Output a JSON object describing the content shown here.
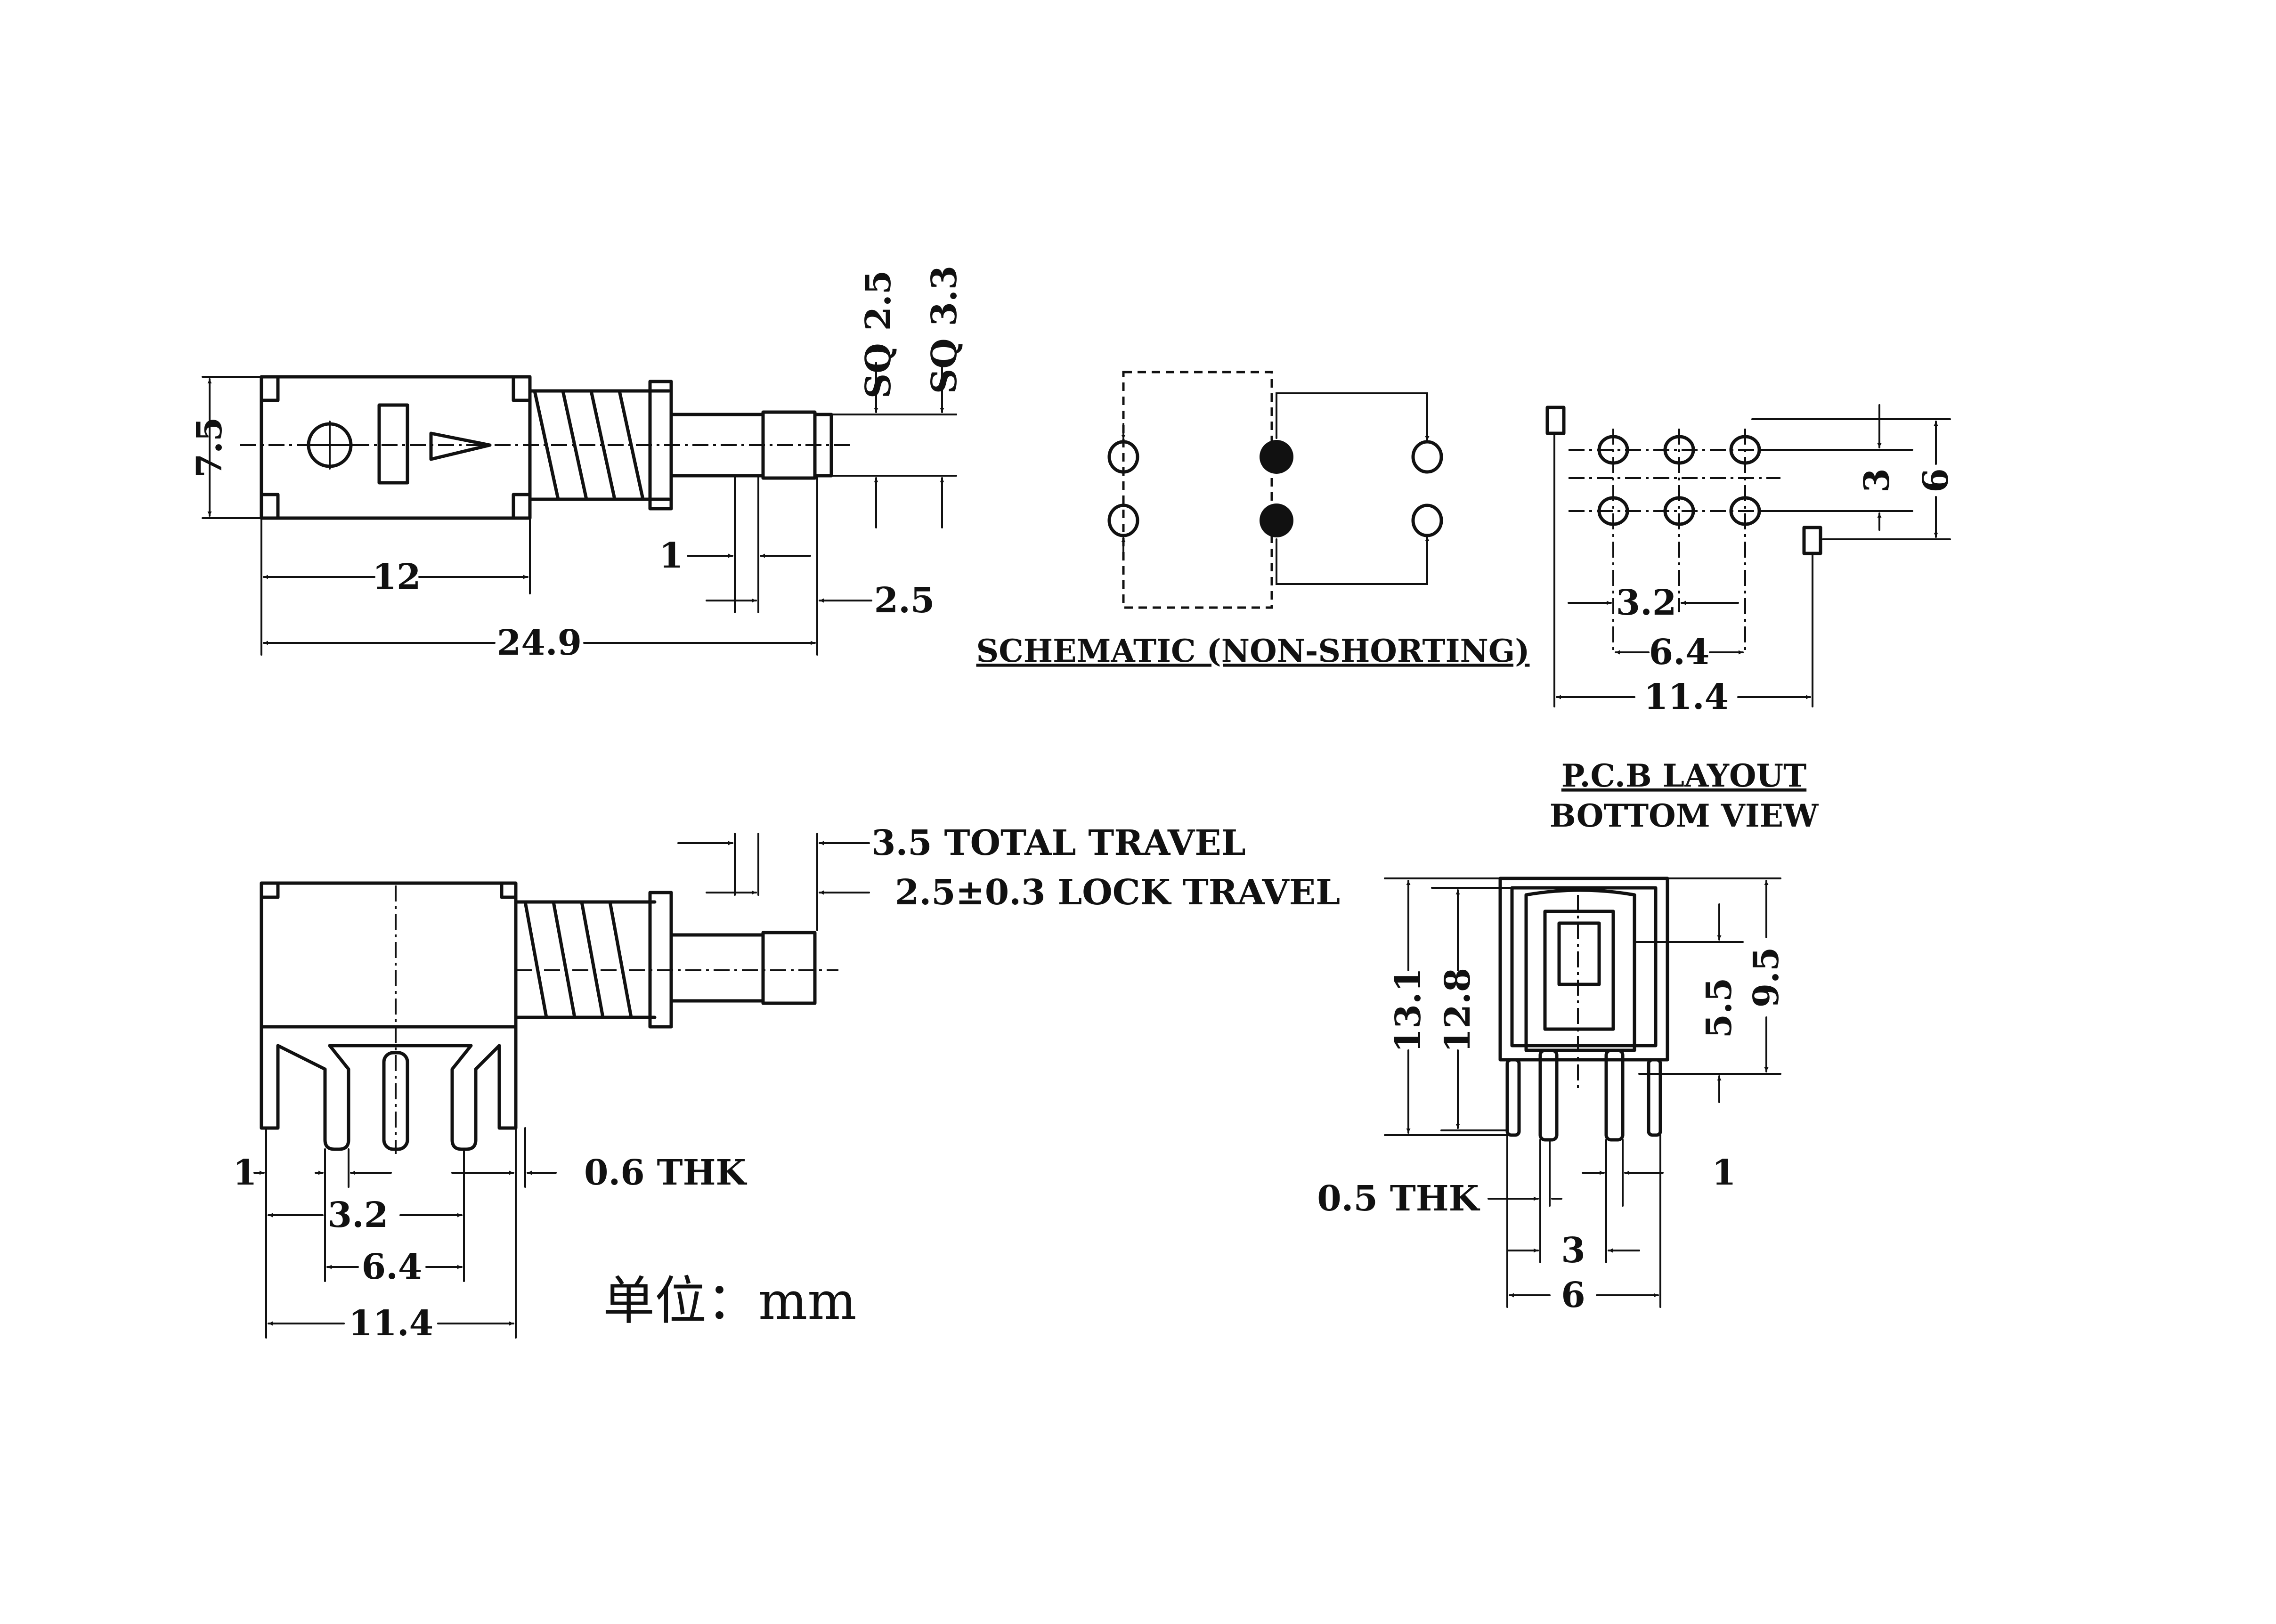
{
  "dims_side_top": {
    "height": "7.5",
    "body_len": "12",
    "total_len": "24.9",
    "ring": "1",
    "tip": "2.5",
    "sq1": "SQ 2.5",
    "sq2": "SQ 3.3"
  },
  "schematic": {
    "title": "SCHEMATIC (NON-SHORTING)"
  },
  "pcb": {
    "pitch1": "3.2",
    "pitch2": "6.4",
    "width": "11.4",
    "row": "3",
    "outer": "6",
    "title_line1": "P.C.B LAYOUT",
    "title_line2": "BOTTOM VIEW"
  },
  "side_bottom": {
    "total_travel": "3.5 TOTAL TRAVEL",
    "lock_travel": "2.5±0.3 LOCK TRAVEL",
    "pin_w": "1",
    "thk": "0.6 THK",
    "pitch1": "3.2",
    "pitch2": "6.4",
    "width": "11.4"
  },
  "end_view": {
    "h1": "13.1",
    "h2": "12.8",
    "h3": "5.5",
    "h4": "9.5",
    "thk": "0.5 THK",
    "pin_w": "1",
    "pitch": "3",
    "width": "6"
  },
  "unit_note": "单位：mm"
}
